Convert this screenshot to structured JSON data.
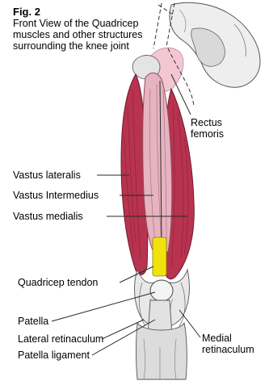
{
  "figure": {
    "number": "Fig. 2",
    "caption": "Front View of the Quadricep muscles and other structures surrounding the knee joint"
  },
  "labels": {
    "rectus_femoris_line1": "Rectus",
    "rectus_femoris_line2": "femoris",
    "vastus_lateralis": "Vastus lateralis",
    "vastus_intermedius": "Vastus Intermedius",
    "vastus_medialis": "Vastus medialis",
    "quadricep_tendon": "Quadricep tendon",
    "patella": "Patella",
    "lateral_retinaculum": "Lateral retinaculum",
    "patella_ligament": "Patella ligament",
    "medial_retinaculum_line1": "Medial",
    "medial_retinaculum_line2": "retinaculum"
  },
  "colors": {
    "muscle_red": "#b8334f",
    "muscle_pink": "#e6b3c0",
    "hip_pink": "#f2c6d2",
    "tendon_yellow": "#f2e20c",
    "bone_gray": "#bfbfbf",
    "line_dark": "#2a2a2a"
  }
}
